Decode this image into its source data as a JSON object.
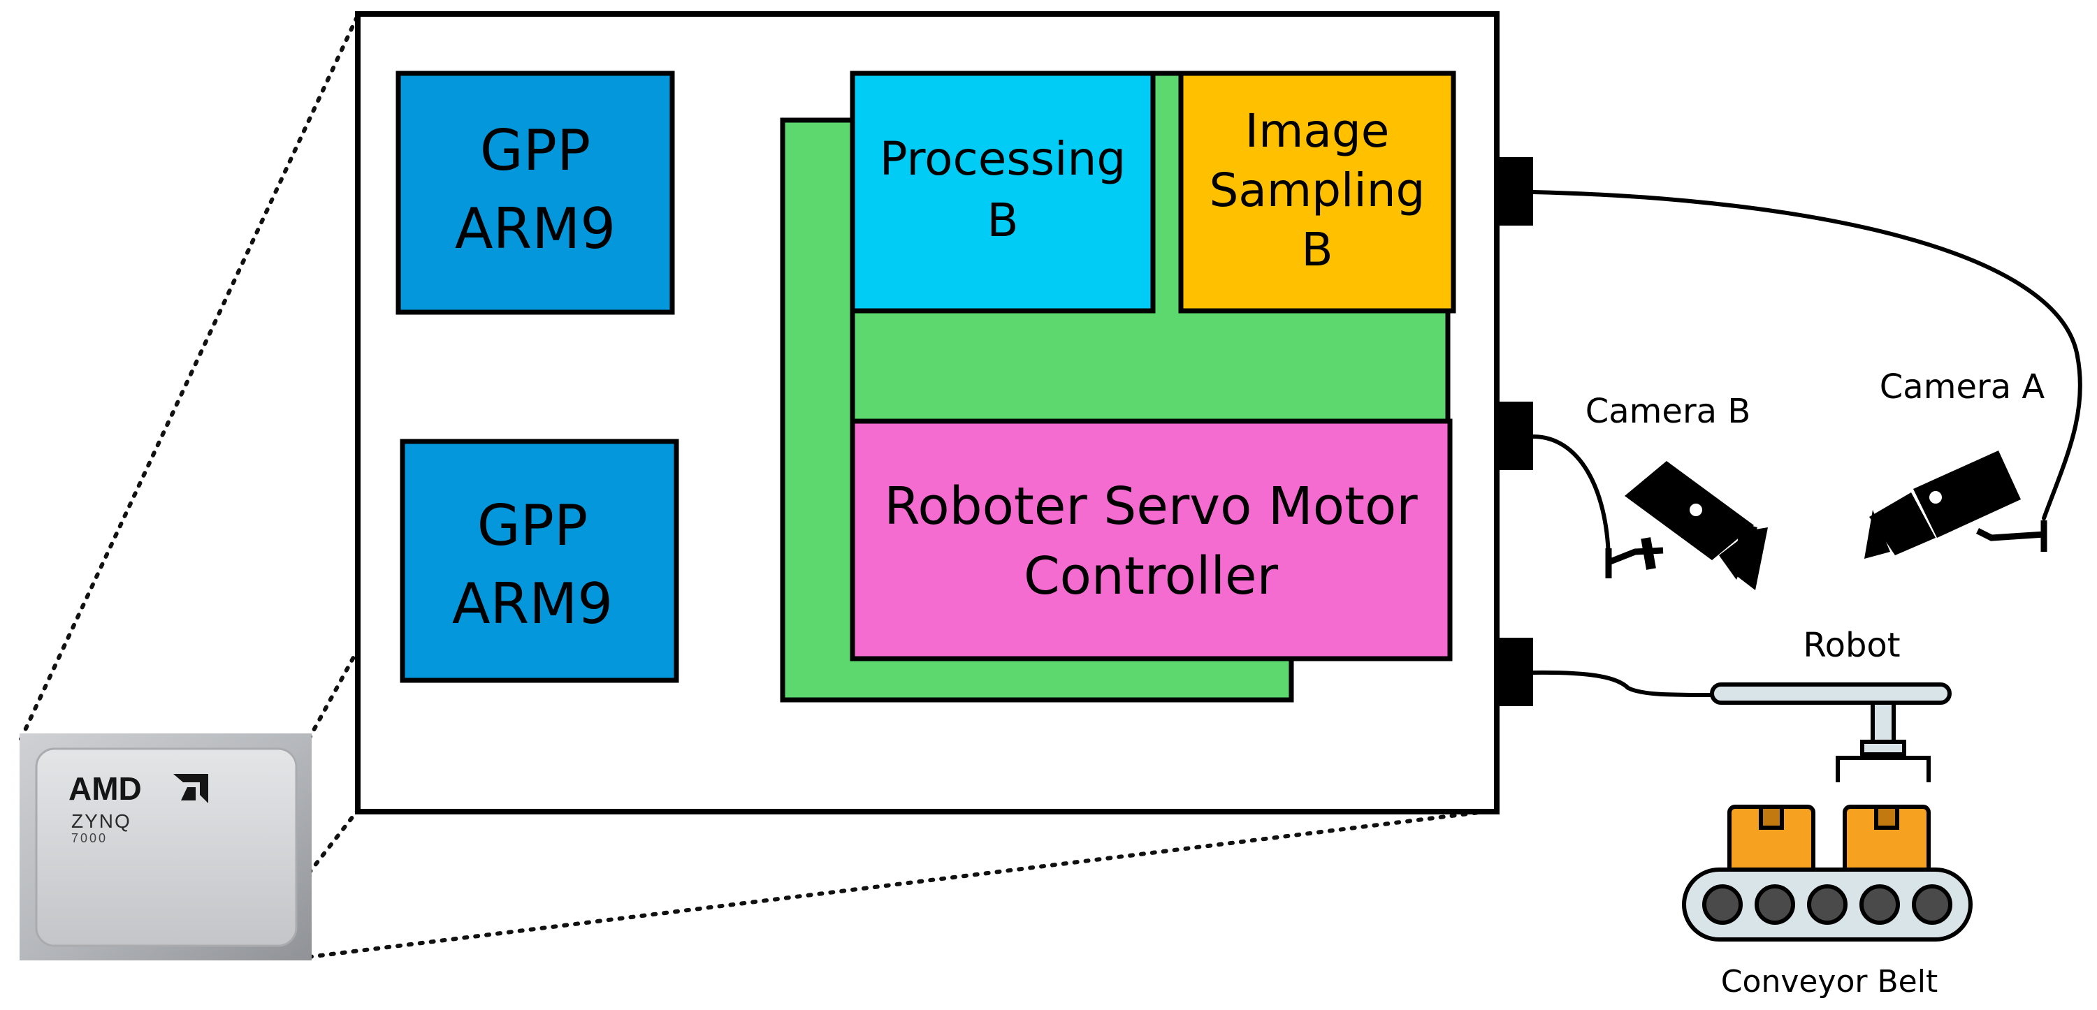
{
  "chip": {
    "brand": "AMD",
    "product": "ZYNQ",
    "series": "7000"
  },
  "blocks": {
    "gpp_top": {
      "line1": "GPP",
      "line2": "ARM9"
    },
    "gpp_bottom": {
      "line1": "GPP",
      "line2": "ARM9"
    },
    "processing": {
      "line1": "Processing",
      "line2": "B"
    },
    "image_sampling": {
      "line1": "Image",
      "line2": "Sampling",
      "line3": "B"
    },
    "servo": {
      "line1": "Roboter Servo Motor",
      "line2": "Controller"
    }
  },
  "devices": {
    "camera_a": "Camera A",
    "camera_b": "Camera B",
    "robot": "Robot",
    "conveyor": "Conveyor Belt"
  },
  "colors": {
    "gpp": "#0497dc",
    "processing": "#00ccf5",
    "image_sampling": "#ffc000",
    "fabric": "#5dd86e",
    "servo": "#f56cd1",
    "box_orange": "#f7a120",
    "robot_gray": "#d9e4e8"
  }
}
